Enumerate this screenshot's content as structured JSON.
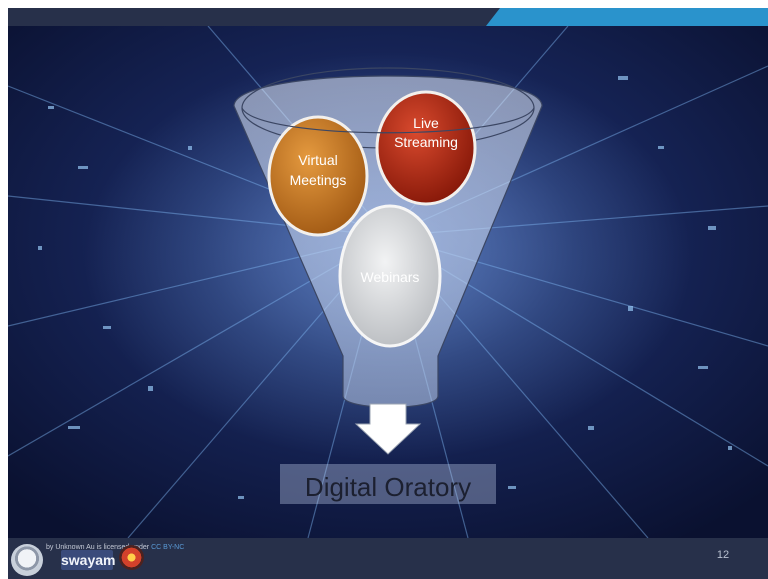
{
  "funnel": {
    "items": [
      {
        "label_lines": [
          "Live",
          "Streaming"
        ],
        "color": "#a8240f"
      },
      {
        "label_lines": [
          "Virtual",
          "Meetings"
        ],
        "color": "#c8781f"
      },
      {
        "label_lines": [
          "Webinars"
        ],
        "color": "#d9dbdd"
      }
    ],
    "output_label": "Digital Oratory"
  },
  "footer": {
    "credit_prefix": "by Unknown Au",
    "credit_middle": "is licensed under",
    "credit_link": "CC BY-NC",
    "logo_text": "swayam",
    "page_number": "12"
  },
  "colors": {
    "header_band": "#27304a",
    "header_accent": "#2a93cc",
    "background": "#0c1431",
    "footer_band": "#27304a"
  }
}
